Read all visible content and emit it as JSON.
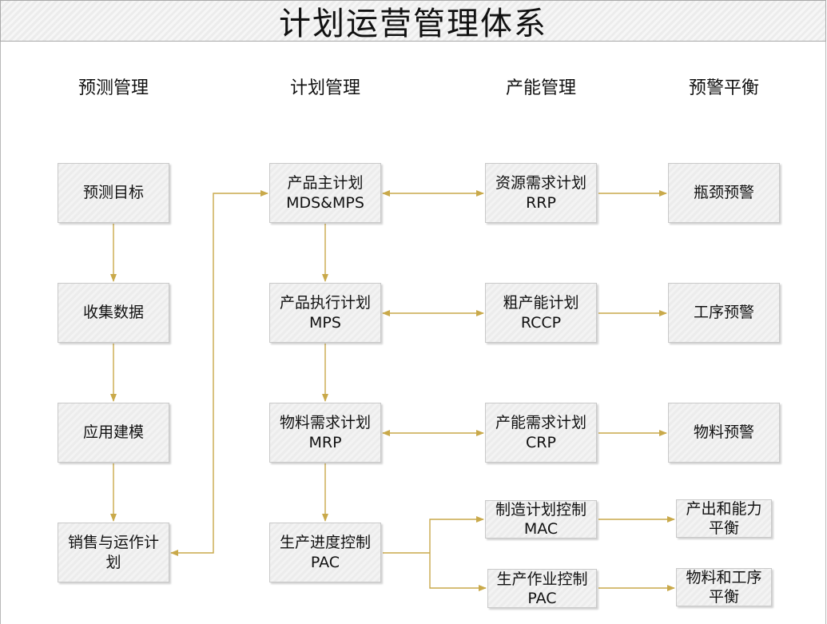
{
  "title": "计划运营管理体系",
  "columns": [
    "预测管理",
    "计划管理",
    "产能管理",
    "预警平衡"
  ],
  "boxes": {
    "forecast_target": [
      "预测目标"
    ],
    "collect_data": [
      "收集数据"
    ],
    "apply_model": [
      "应用建模"
    ],
    "sop": [
      "销售与运作计",
      "划"
    ],
    "mps_master": [
      "产品主计划",
      "MDS&MPS"
    ],
    "mps_exec": [
      "产品执行计划",
      "MPS"
    ],
    "mrp": [
      "物料需求计划",
      "MRP"
    ],
    "pac_progress": [
      "生产进度控制",
      "PAC"
    ],
    "rrp": [
      "资源需求计划",
      "RRP"
    ],
    "rccp": [
      "粗产能计划",
      "RCCP"
    ],
    "crp": [
      "产能需求计划",
      "CRP"
    ],
    "mac": [
      "制造计划控制",
      "MAC"
    ],
    "pac_ops": [
      "生产作业控制",
      "PAC"
    ],
    "bottleneck": [
      "瓶颈预警"
    ],
    "process_warn": [
      "工序预警"
    ],
    "material_warn": [
      "物料预警"
    ],
    "output_balance": [
      "产出和能力",
      "平衡"
    ],
    "material_balance": [
      "物料和工序",
      "平衡"
    ]
  },
  "colors": {
    "connector": "#c9a94a",
    "box_border": "#c9c9c9",
    "text": "#111111"
  }
}
